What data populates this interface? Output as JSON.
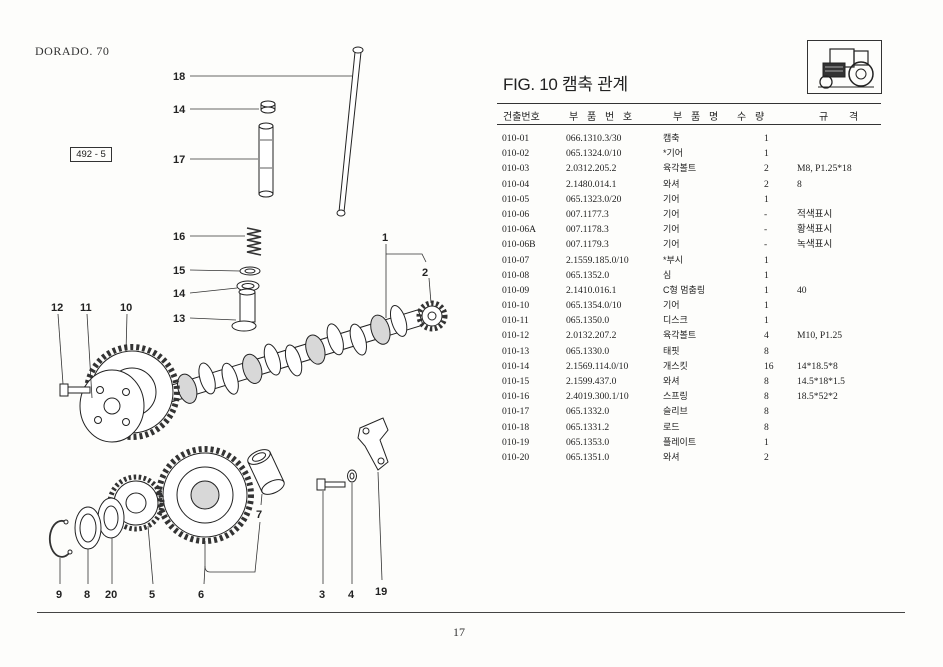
{
  "header": {
    "model": "DORADO. 70",
    "ref_code": "492 - 5",
    "fig_title": "FIG. 10 캠축 관계"
  },
  "table": {
    "columns": [
      "건출번호",
      "부 품 번 호",
      "부 품 명",
      "수 량",
      "규 격"
    ],
    "rows": [
      {
        "no": "010-01",
        "part_number": "066.1310.3/30",
        "part_name": "캠축",
        "qty": "1"
      },
      {
        "no": "010-02",
        "part_number": "065.1324.0/10",
        "part_name": "*기어",
        "qty": "1"
      },
      {
        "no": "010-03",
        "part_number": "2.0312.205.2",
        "part_name": "육각볼트",
        "qty": "2",
        "spec": "M8, P1.25*18"
      },
      {
        "no": "010-04",
        "part_number": "2.1480.014.1",
        "part_name": "와셔",
        "qty": "2",
        "spec": "8"
      },
      {
        "no": "010-05",
        "part_number": "065.1323.0/20",
        "part_name": "기어",
        "qty": "1"
      },
      {
        "no": "010-06",
        "part_number": "007.1177.3",
        "part_name": "기어",
        "qty": "-",
        "spec": "적색표시"
      },
      {
        "no": "010-06A",
        "part_number": "007.1178.3",
        "part_name": "기어",
        "qty": "-",
        "spec": "황색표시"
      },
      {
        "no": "010-06B",
        "part_number": "007.1179.3",
        "part_name": "기어",
        "qty": "-",
        "spec": "녹색표시"
      },
      {
        "no": "010-07",
        "part_number": "2.1559.185.0/10",
        "part_name": "*부시",
        "qty": "1"
      },
      {
        "no": "010-08",
        "part_number": "065.1352.0",
        "part_name": "심",
        "qty": "1"
      },
      {
        "no": "010-09",
        "part_number": "2.1410.016.1",
        "part_name": "C형 멈춤링",
        "qty": "1",
        "spec": "40"
      },
      {
        "no": "010-10",
        "part_number": "065.1354.0/10",
        "part_name": "기어",
        "qty": "1"
      },
      {
        "no": "010-11",
        "part_number": "065.1350.0",
        "part_name": "디스크",
        "qty": "1"
      },
      {
        "no": "010-12",
        "part_number": "2.0132.207.2",
        "part_name": "육각볼트",
        "qty": "4",
        "spec": "M10, P1.25"
      },
      {
        "no": "010-13",
        "part_number": "065.1330.0",
        "part_name": "태핏",
        "qty": "8"
      },
      {
        "no": "010-14",
        "part_number": "2.1569.114.0/10",
        "part_name": "개스킷",
        "qty": "16",
        "spec": "14*18.5*8"
      },
      {
        "no": "010-15",
        "part_number": "2.1599.437.0",
        "part_name": "와셔",
        "qty": "8",
        "spec": "14.5*18*1.5"
      },
      {
        "no": "010-16",
        "part_number": "2.4019.300.1/10",
        "part_name": "스프링",
        "qty": "8",
        "spec": "18.5*52*2"
      },
      {
        "no": "010-17",
        "part_number": "065.1332.0",
        "part_name": "슬리브",
        "qty": "8"
      },
      {
        "no": "010-18",
        "part_number": "065.1331.2",
        "part_name": "로드",
        "qty": "8"
      },
      {
        "no": "010-19",
        "part_number": "065.1353.0",
        "part_name": "플레이트",
        "qty": "1"
      },
      {
        "no": "010-20",
        "part_number": "065.1351.0",
        "part_name": "와셔",
        "qty": "2"
      }
    ]
  },
  "callouts": [
    "18",
    "14",
    "17",
    "16",
    "15",
    "14",
    "13",
    "12",
    "11",
    "10",
    "1",
    "2",
    "7",
    "9",
    "8",
    "20",
    "5",
    "6",
    "3",
    "4",
    "19"
  ],
  "icons": {
    "section": "tractor-engine-icon"
  },
  "footer": {
    "page_number": "17"
  }
}
